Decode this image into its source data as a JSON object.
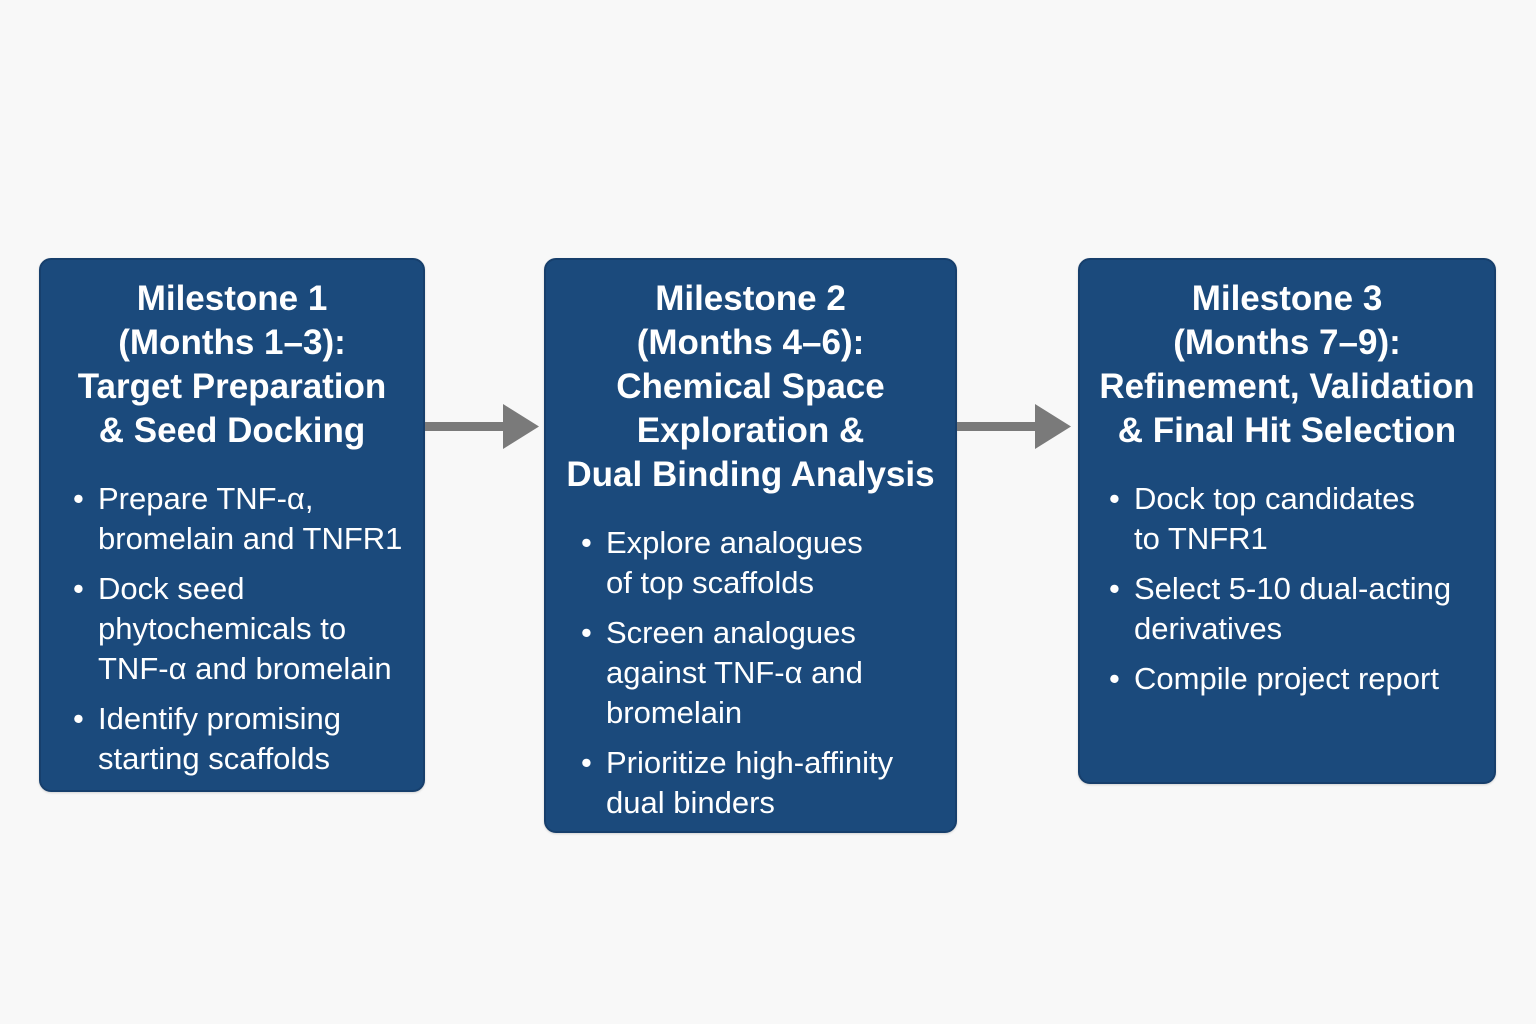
{
  "milestones": [
    {
      "title_lines": [
        "Milestone 1",
        "(Months 1–3):",
        "Target Preparation",
        "& Seed Docking"
      ],
      "bullets": [
        [
          "Prepare TNF-α,",
          "bromelain and TNFR1"
        ],
        [
          "Dock seed",
          "phytochemicals to",
          "TNF-α and bromelain"
        ],
        [
          "Identify promising",
          "starting scaffolds"
        ]
      ]
    },
    {
      "title_lines": [
        "Milestone 2",
        "(Months 4–6):",
        "Chemical Space",
        "Exploration &",
        "Dual Binding Analysis"
      ],
      "bullets": [
        [
          "Explore analogues",
          "of top scaffolds"
        ],
        [
          "Screen analogues",
          "against TNF-α and",
          "bromelain"
        ],
        [
          "Prioritize high-affinity",
          "dual binders"
        ]
      ]
    },
    {
      "title_lines": [
        "Milestone 3",
        "(Months 7–9):",
        "Refinement, Validation",
        "& Final Hit Selection"
      ],
      "bullets": [
        [
          "Dock top candidates",
          "to TNFR1"
        ],
        [
          "Select 5-10 dual-acting",
          "derivatives"
        ],
        [
          "Compile project report"
        ]
      ]
    }
  ],
  "colors": {
    "box_fill": "#1b4a7c",
    "arrow": "#7a7a7a",
    "background": "#f8f8f8"
  },
  "bullet_glyph": "•"
}
